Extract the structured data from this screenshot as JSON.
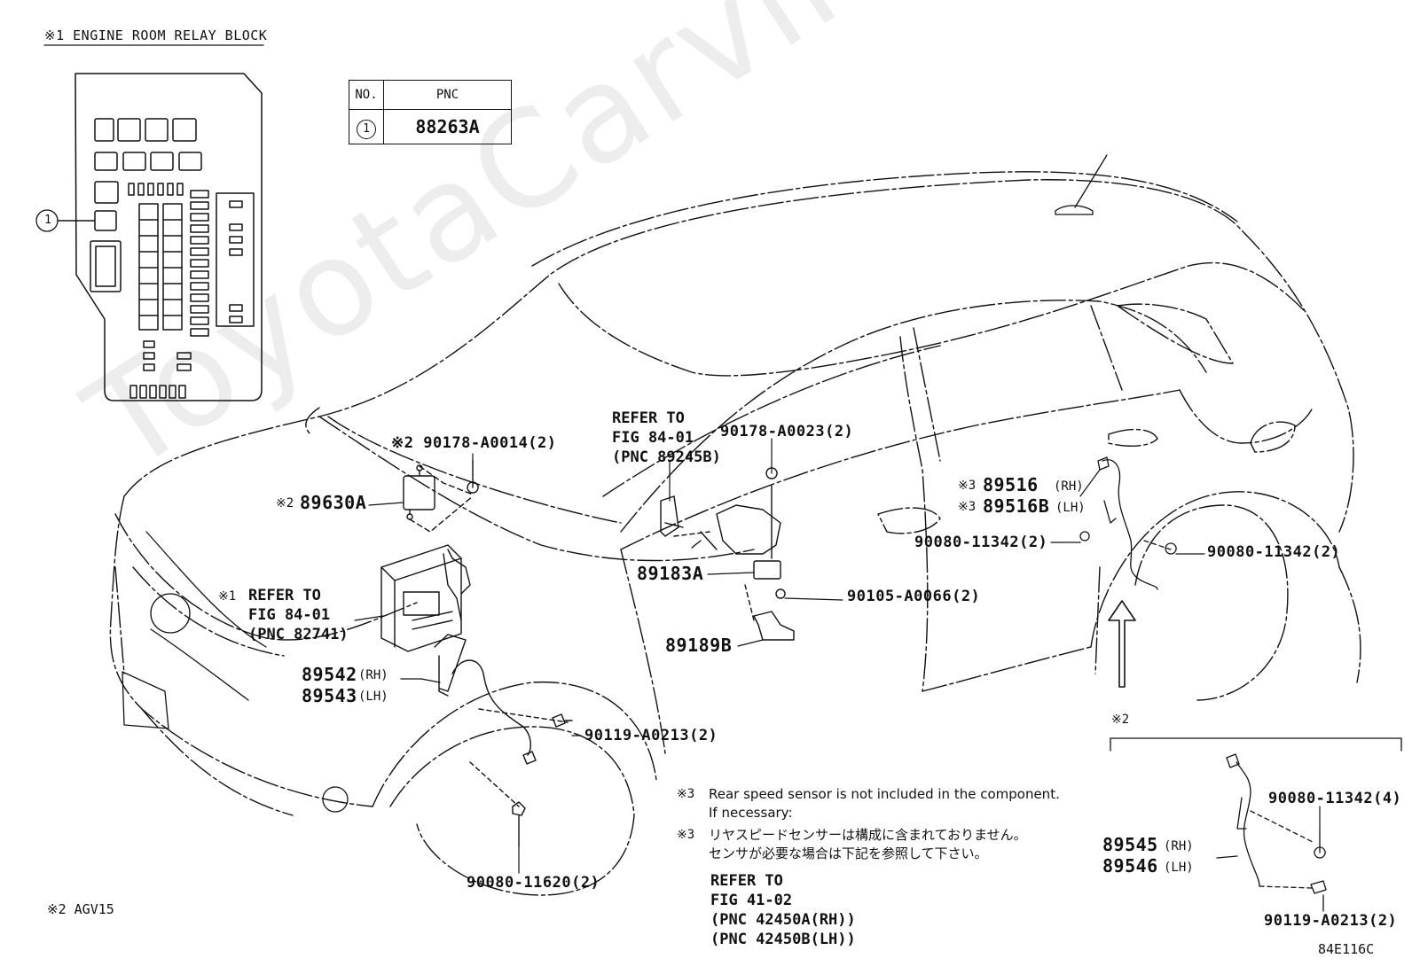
{
  "watermark": "ToyotaCarvine.ru",
  "relay_block": {
    "title": "※1 ENGINE ROOM RELAY BLOCK",
    "callout": "1"
  },
  "pnc_table": {
    "headers": [
      "NO.",
      "PNC"
    ],
    "rows": [
      {
        "no": "1",
        "pnc": "88263A"
      }
    ]
  },
  "labels": {
    "p89630a_mark": "※2",
    "p89630a": "89630A",
    "p90178_a0014": "※2 90178-A0014(2)",
    "refer_8401_a": "REFER TO\nFIG 84-01\n(PNC 89245B)",
    "p90178_a0023": "90178-A0023(2)",
    "refer_8401_b_mark": "※1",
    "refer_8401_b": "REFER TO\nFIG 84-01\n(PNC 82741)",
    "p89183a": "89183A",
    "p90105_a0066": "90105-A0066(2)",
    "p89189b": "89189B",
    "p89542": "89542",
    "p89543": "89543",
    "rh": "(RH)",
    "lh": "(LH)",
    "p90119_a0213_front": "90119-A0213(2)",
    "p90080_11620": "90080-11620(2)",
    "p89516_mark": "※3",
    "p89516": "89516",
    "p89516b_mark": "※3",
    "p89516b": "89516B",
    "p90080_11342_left": "90080-11342(2)",
    "p90080_11342_right": "90080-11342(2)",
    "detail_mark": "※2",
    "p89545": "89545",
    "p89546": "89546",
    "p90080_11342_detail": "90080-11342(4)",
    "p90119_a0213_detail": "90119-A0213(2)",
    "agv15": "※2 AGV15",
    "figure_code": "84E116C"
  },
  "note": {
    "mark1": "※3",
    "en": "Rear speed sensor is not included in the component.\nIf necessary:",
    "mark2": "※3",
    "jp": "リヤスピードセンサーは構成に含まれておりません。\nセンサが必要な場合は下記を参照して下さい。",
    "refer": "REFER TO\nFIG 41-02\n(PNC 42450A(RH))\n(PNC 42450B(LH))"
  }
}
